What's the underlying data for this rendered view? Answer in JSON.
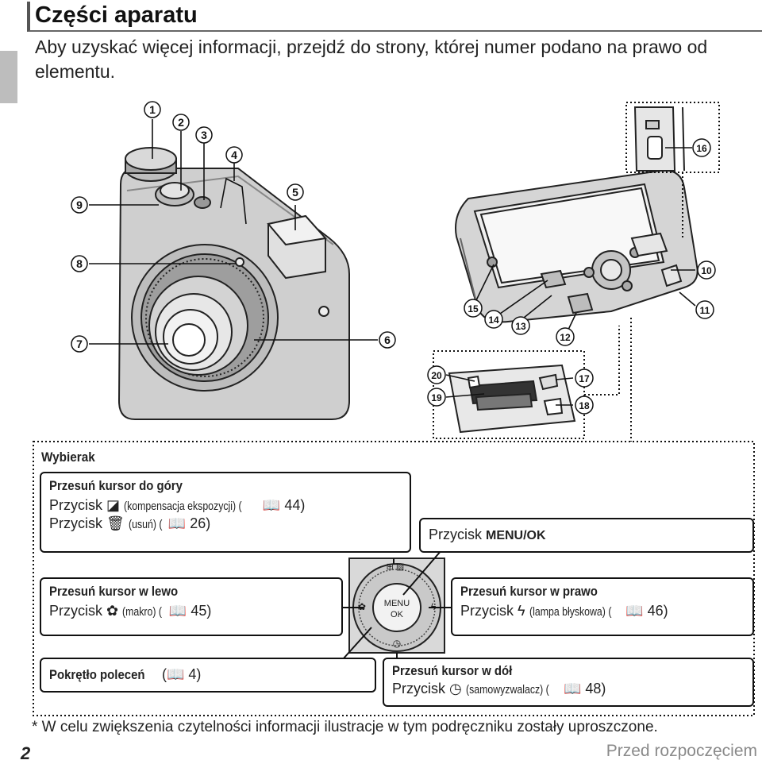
{
  "page": {
    "title": "Części aparatu",
    "intro": "Aby uzyskać więcej informacji, przejdź do strony, której numer podano na prawo od elementu.",
    "footnote": "* W celu zwiększenia czytelności informacji ilustracje w tym podręczniku zostały uproszczone.",
    "page_number": "2",
    "section": "Przed rozpoczęciem"
  },
  "callouts": [
    "1",
    "2",
    "3",
    "4",
    "5",
    "6",
    "7",
    "8",
    "9",
    "10",
    "11",
    "12",
    "13",
    "14",
    "15",
    "16",
    "17",
    "18",
    "19",
    "20"
  ],
  "dial": {
    "label": "Wybierak",
    "up": {
      "heading": "Przesuń kursor do góry",
      "line1_pre": "Przycisk ",
      "line1_desc": "(kompensacja ekspozycji) (",
      "line1_page": " 44)",
      "line2_pre": "Przycisk ",
      "line2_desc": "(usuń) (",
      "line2_page": " 26)"
    },
    "menu_ok": {
      "pre": "Przycisk ",
      "bold": "MENU/OK"
    },
    "left": {
      "heading": "Przesuń kursor w lewo",
      "pre": "Przycisk ",
      "desc": "(makro) (",
      "page": " 45)"
    },
    "right": {
      "heading": "Przesuń kursor w prawo",
      "pre": "Przycisk ",
      "desc": "(lampa błyskowa) (",
      "page": " 46)"
    },
    "command": {
      "bold": "Pokrętło poleceń",
      "rest": " (",
      "page": " 4)"
    },
    "down": {
      "heading": "Przesuń kursor w dół",
      "pre": "Przycisk ",
      "desc": "(samowyzwalacz) (",
      "page": " 48)"
    },
    "center_line1": "MENU",
    "center_line2": "OK"
  }
}
